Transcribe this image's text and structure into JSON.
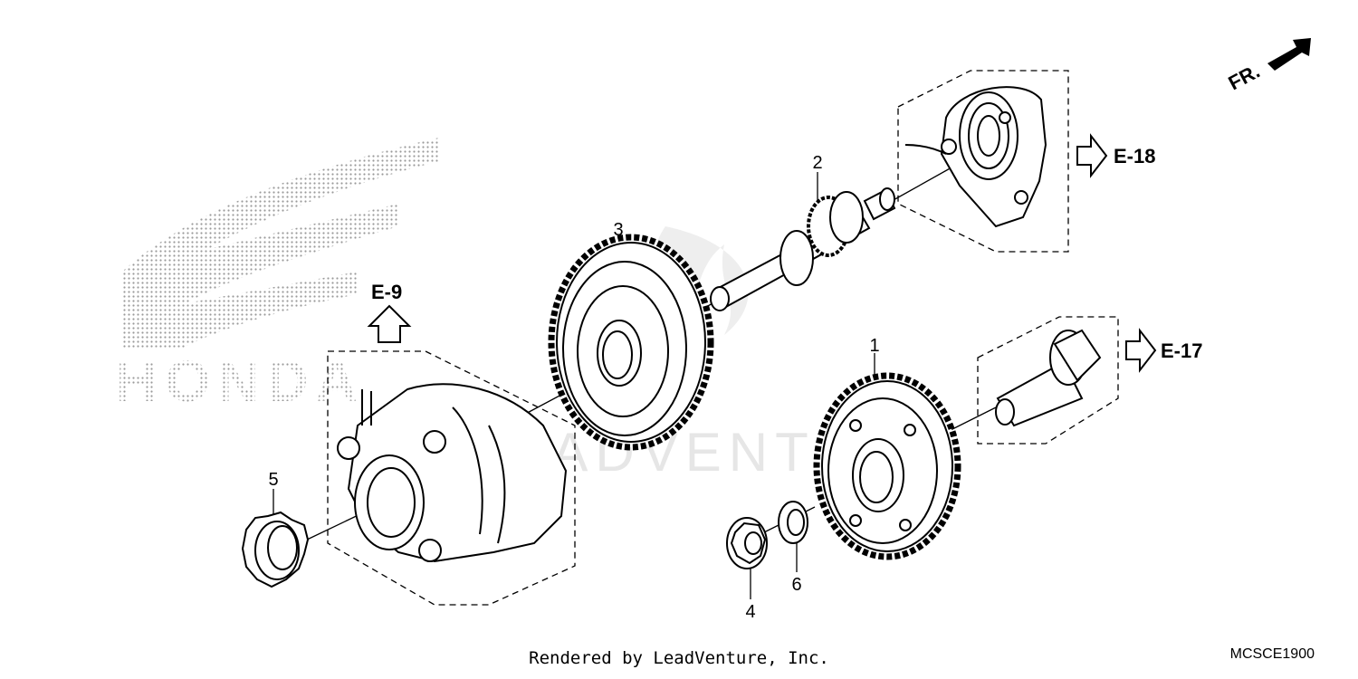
{
  "diagram": {
    "callouts": [
      {
        "id": "1",
        "label": "1"
      },
      {
        "id": "2",
        "label": "2"
      },
      {
        "id": "3",
        "label": "3"
      },
      {
        "id": "4",
        "label": "4"
      },
      {
        "id": "5",
        "label": "5"
      },
      {
        "id": "6",
        "label": "6"
      }
    ],
    "references": {
      "e9": "E-9",
      "e17": "E-17",
      "e18": "E-18"
    },
    "front_indicator": "FR.",
    "watermark": "LEADVENTURE",
    "logo_text": "HONDA",
    "footer": "Rendered by LeadVenture, Inc.",
    "diagram_code": "MCSCE1900"
  }
}
